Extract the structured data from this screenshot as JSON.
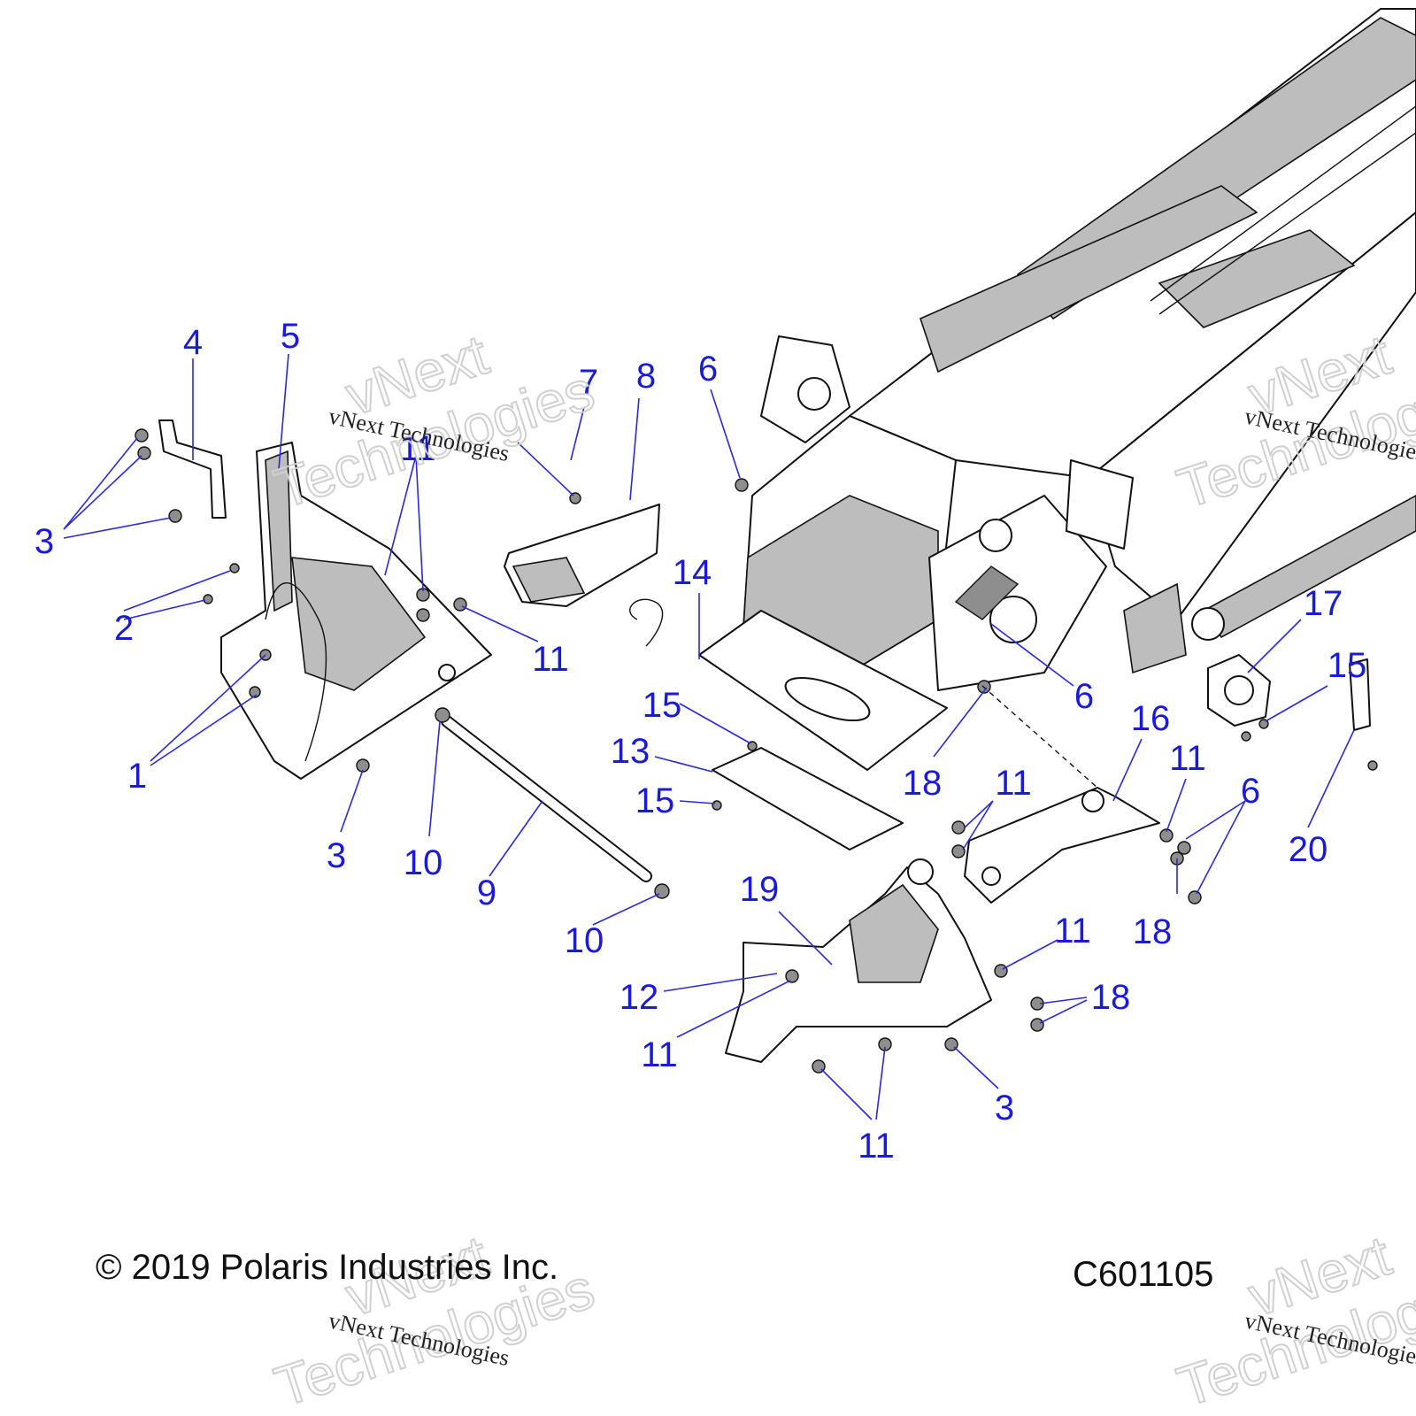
{
  "diagram": {
    "copyright": "© 2019 Polaris Industries Inc.",
    "code": "C601105",
    "watermark_small": "vNext Technologies",
    "watermark_top": "vNext",
    "watermark_bottom": "Technologies",
    "callouts": {
      "c1": "1",
      "c2": "2",
      "c3a": "3",
      "c3b": "3",
      "c3c": "3",
      "c4": "4",
      "c5": "5",
      "c6a": "6",
      "c6b": "6",
      "c6c": "6",
      "c7": "7",
      "c8": "8",
      "c9": "9",
      "c10a": "10",
      "c10b": "10",
      "c11a": "11",
      "c11b": "11",
      "c11c": "11",
      "c11d": "11",
      "c11e": "11",
      "c11f": "11",
      "c11g": "11",
      "c12": "12",
      "c13": "13",
      "c14": "14",
      "c15a": "15",
      "c15b": "15",
      "c15c": "15",
      "c16": "16",
      "c17": "17",
      "c18a": "18",
      "c18b": "18",
      "c18c": "18",
      "c19": "19",
      "c20": "20"
    }
  }
}
